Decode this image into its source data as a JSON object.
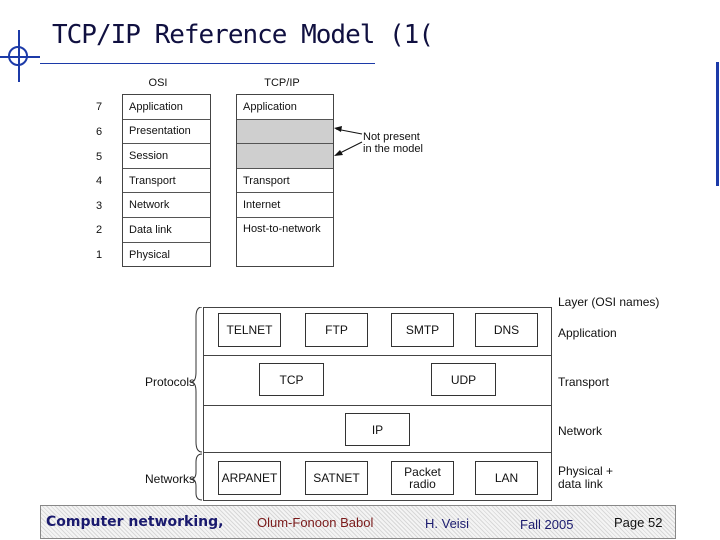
{
  "slide": {
    "title": "TCP/IP Reference Model (1(",
    "footer": {
      "course": "Computer networking,",
      "institution": "Olum-Fonoon Babol",
      "author": "H. Veisi",
      "term": "Fall 2005",
      "page": "Page 52"
    }
  },
  "osi_model": {
    "osi_header": "OSI",
    "tcpip_header": "TCP/IP",
    "osi_layers": [
      {
        "num": "7",
        "name": "Application"
      },
      {
        "num": "6",
        "name": "Presentation"
      },
      {
        "num": "5",
        "name": "Session"
      },
      {
        "num": "4",
        "name": "Transport"
      },
      {
        "num": "3",
        "name": "Network"
      },
      {
        "num": "2",
        "name": "Data link"
      },
      {
        "num": "1",
        "name": "Physical"
      }
    ],
    "tcpip_layers": [
      "Application",
      "",
      "",
      "Transport",
      "Internet",
      "Host-to-network"
    ],
    "not_present_line1": "Not present",
    "not_present_line2": "in the model"
  },
  "protocol_stack": {
    "layer_header": "Layer (OSI names)",
    "layers": [
      "Application",
      "Transport",
      "Network",
      "Physical +",
      "data link"
    ],
    "left_labels": [
      "Protocols",
      "Networks"
    ],
    "application_protocols": [
      "TELNET",
      "FTP",
      "SMTP",
      "DNS"
    ],
    "transport_protocols": [
      "TCP",
      "UDP"
    ],
    "network_protocols": [
      "IP"
    ],
    "networks": [
      "ARPANET",
      "SATNET",
      "Packet",
      "radio",
      "LAN"
    ]
  }
}
